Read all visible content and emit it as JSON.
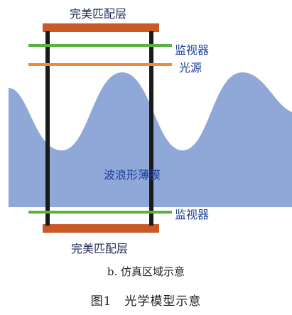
{
  "labels": {
    "pml_top": "完美匹配层",
    "monitor_top": "监视器",
    "source": "光源",
    "film": "波浪形薄膜",
    "monitor_bottom": "监视器",
    "pml_bottom": "完美匹配层"
  },
  "captions": {
    "sub": "b. 仿真区域示意",
    "main": "图1　光学模型示意"
  },
  "colors": {
    "pml": "#c95a26",
    "monitor": "#5ab040",
    "source": "#ee8a3c",
    "film": "#8fa8d8",
    "boundary": "#1a1a1a",
    "label_blue": "#1f3f9a"
  }
}
